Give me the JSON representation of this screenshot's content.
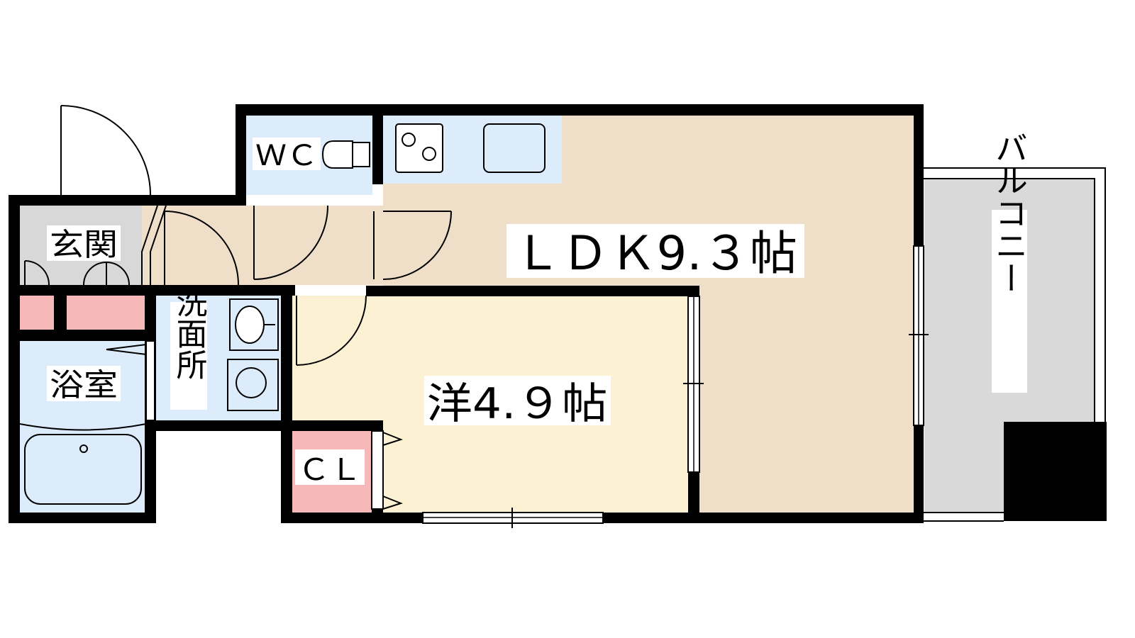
{
  "floorplan": {
    "rooms": {
      "ldk": {
        "label": "ＬＤＫ9.３帖"
      },
      "western": {
        "label": "洋4.９帖"
      },
      "wc": {
        "label": "ＷＣ"
      },
      "entrance": {
        "label": "玄関"
      },
      "bath": {
        "label": "浴室"
      },
      "washroom": {
        "label": "洗面所"
      },
      "closet": {
        "label": "ＣＬ"
      },
      "balcony": {
        "label": "バルコニー"
      }
    },
    "colors": {
      "wall": "#000000",
      "ldk_floor": "#efdfc8",
      "western_floor": "#fdf1d4",
      "wet_area": "#dcecfb",
      "entrance_floor": "#d8d8d8",
      "storage": "#f6b8b8",
      "balcony_floor": "#d9d9d9"
    }
  }
}
